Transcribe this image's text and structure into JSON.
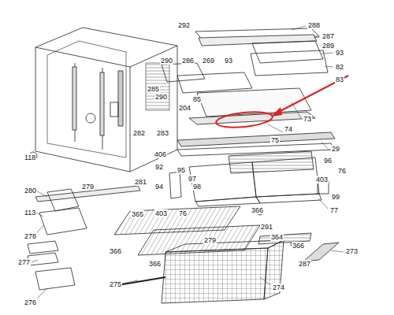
{
  "diagram": {
    "labels": [
      "292",
      "288",
      "287",
      "289",
      "93",
      "82",
      "83",
      "290",
      "286",
      "269",
      "93",
      "285",
      "290",
      "85",
      "204",
      "282",
      "283",
      "73",
      "74",
      "75",
      "406",
      "29",
      "96",
      "76",
      "403",
      "99",
      "92",
      "95",
      "97",
      "98",
      "94",
      "403",
      "76",
      "77",
      "291",
      "365",
      "366",
      "364",
      "366",
      "279",
      "366",
      "273",
      "366",
      "287",
      "275",
      "274",
      "118",
      "280",
      "279",
      "281",
      "113",
      "278",
      "277",
      "276"
    ]
  }
}
